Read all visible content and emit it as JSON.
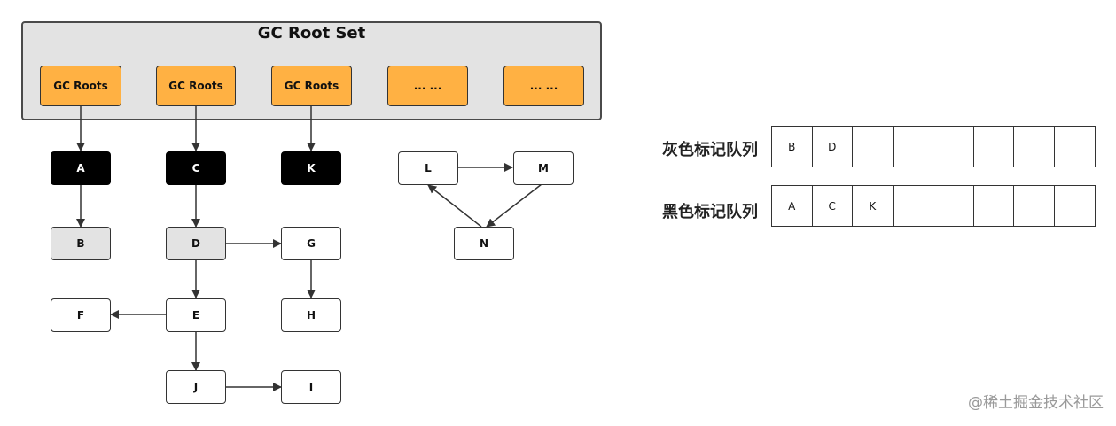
{
  "root_set": {
    "title": "GC Root Set",
    "items": [
      "GC Roots",
      "GC Roots",
      "GC Roots",
      "... ...",
      "... ..."
    ]
  },
  "nodes": {
    "A": "A",
    "B": "B",
    "C": "C",
    "D": "D",
    "E": "E",
    "F": "F",
    "G": "G",
    "H": "H",
    "I": "I",
    "J": "J",
    "K": "K",
    "L": "L",
    "M": "M",
    "N": "N"
  },
  "node_colors": {
    "root": "#ffb143",
    "black": "#000000",
    "gray": "#e3e3e3",
    "white": "#ffffff"
  },
  "gray_queue": {
    "label": "灰色标记队列",
    "cells": [
      "B",
      "D",
      "",
      "",
      "",
      "",
      "",
      ""
    ]
  },
  "black_queue": {
    "label": "黑色标记队列",
    "cells": [
      "A",
      "C",
      "K",
      "",
      "",
      "",
      "",
      ""
    ]
  },
  "watermark": "@稀土掘金技术社区"
}
